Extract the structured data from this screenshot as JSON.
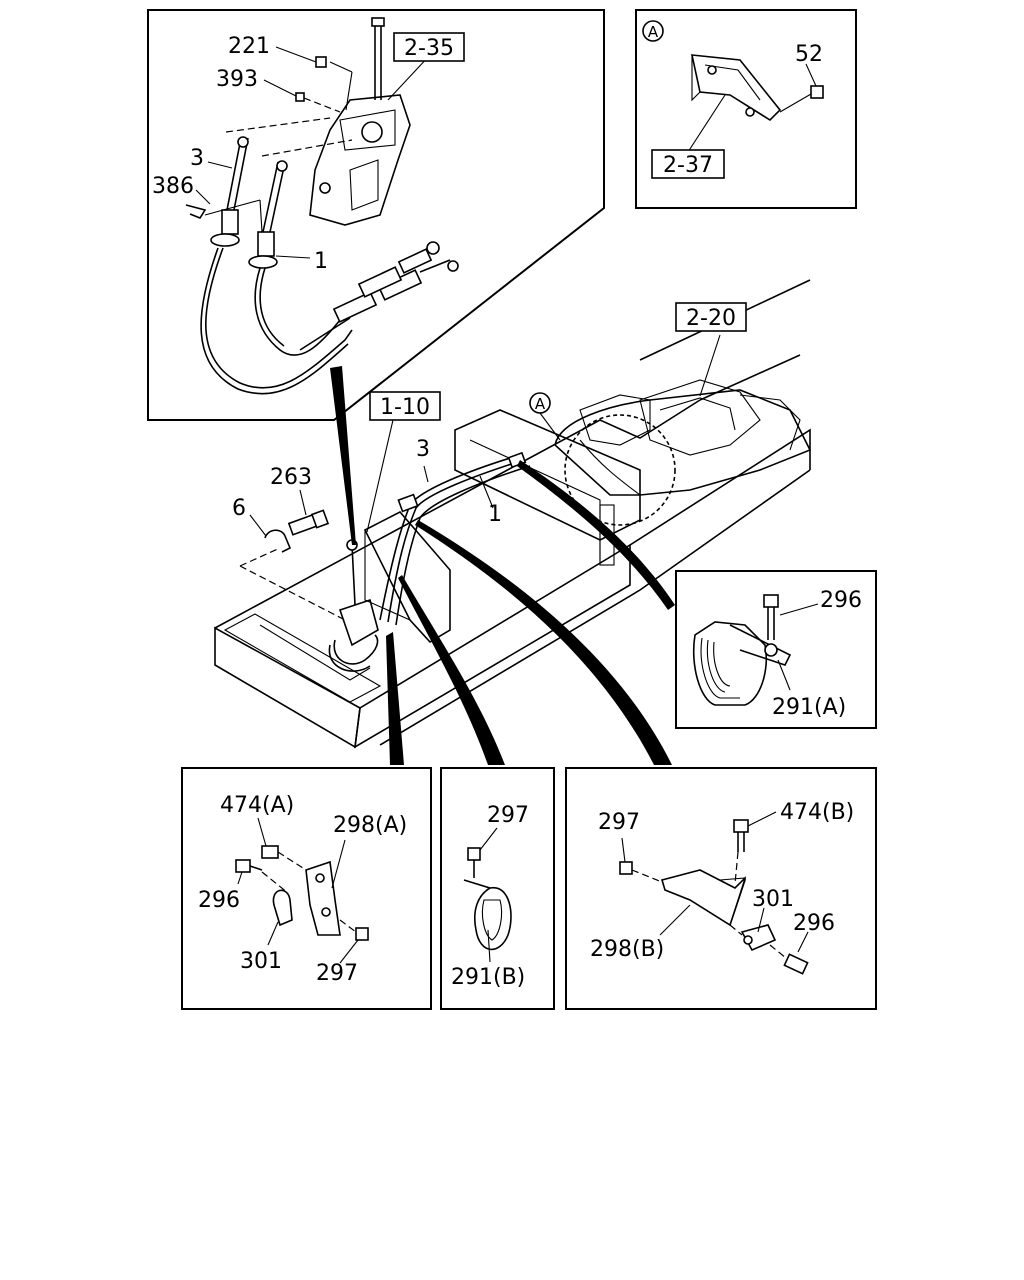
{
  "refs": {
    "r235": "2-35",
    "r237": "2-37",
    "r220": "2-20",
    "r110": "1-10"
  },
  "detail_marker": "A",
  "labels": {
    "p221": "221",
    "p393": "393",
    "p3_top": "3",
    "p386": "386",
    "p1_top": "1",
    "p52": "52",
    "p263": "263",
    "p6": "6",
    "p3_mid": "3",
    "p1_mid": "1",
    "p296_right": "296",
    "p291a": "291(A)",
    "p474a": "474(A)",
    "p298a": "298(A)",
    "p296_left": "296",
    "p301_left": "301",
    "p297_left": "297",
    "p297_mid": "297",
    "p291b": "291(B)",
    "p297_right": "297",
    "p474b": "474(B)",
    "p301_right": "301",
    "p296_right2": "296",
    "p298b": "298(B)"
  }
}
